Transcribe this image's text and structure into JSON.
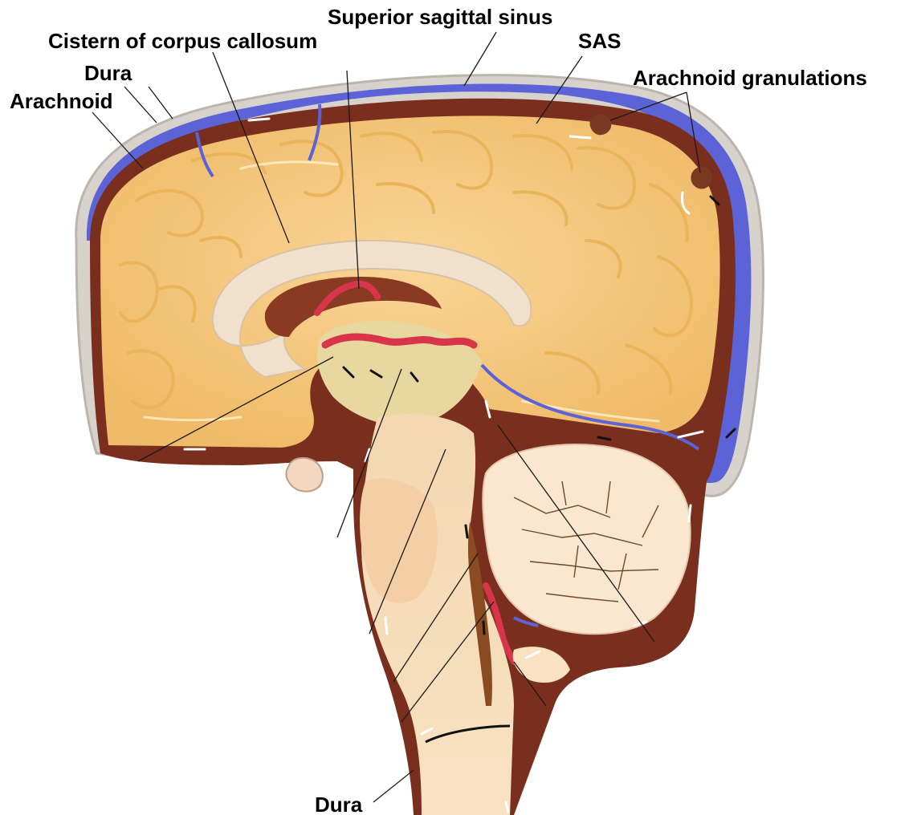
{
  "diagram": {
    "labels": {
      "superior_sagittal_sinus": "Superior sagittal sinus",
      "cistern_corpus_callosum": "Cistern of corpus callosum",
      "sas": "SAS",
      "arachnoid_granulations": "Arachnoid granulations",
      "dura_top": "Dura",
      "arachnoid": "Arachnoid",
      "dura_bottom": "Dura"
    },
    "colors": {
      "dura_sinus": "#5b63d6",
      "subarachnoid_space": "#7a2e1e",
      "brain_tissue": "#f5c878",
      "white_matter": "#f6d9b5",
      "choroid_plexus": "#d8344a"
    }
  }
}
